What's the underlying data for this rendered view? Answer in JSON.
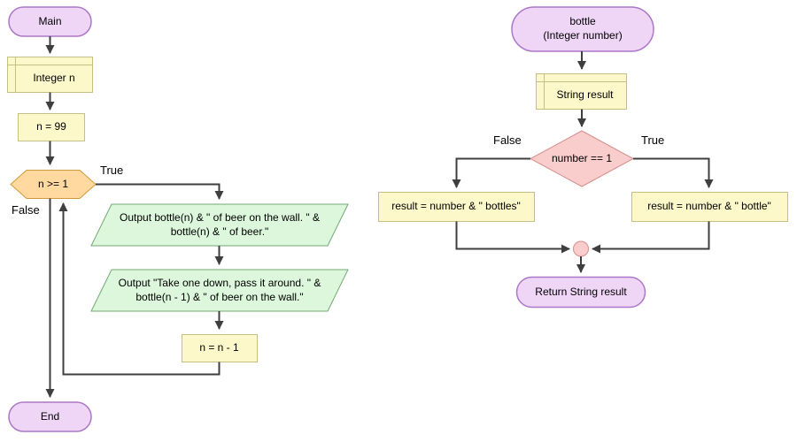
{
  "palette": {
    "background": "#FFFFFF",
    "line_color": "#3F3F3F",
    "terminal_fill": "#EFD6F7",
    "terminal_border": "#AC77C8",
    "declare_fill": "#FCF8C9",
    "declare_border": "#C5BF86",
    "loop_fill": "#FFD9A0",
    "loop_border": "#D09A3A",
    "output_fill": "#DCF7DC",
    "output_border": "#74A874",
    "decision_fill": "#F8CDCB",
    "decision_border": "#D88E8B"
  },
  "main_flowchart": {
    "start_label": "Main",
    "declare_statement": "Integer n",
    "init_assignment": "n = 99",
    "loop_condition": "n >= 1",
    "loop_true_label": "True",
    "loop_false_label": "False",
    "output_statement_1": "Output bottle(n) & \" of beer on the wall. \" &\nbottle(n) & \" of beer.\"",
    "output_statement_2": "Output \"Take one down, pass it around. \" &\nbottle(n - 1) & \" of beer on the wall.\"",
    "decrement_assignment": "n = n - 1",
    "end_label": "End"
  },
  "bottle_function": {
    "header": "bottle\n(Integer number)",
    "declare_statement": "String result",
    "if_condition": "number == 1",
    "if_false_label": "False",
    "if_true_label": "True",
    "false_branch_assignment": "result = number & \" bottles\"",
    "true_branch_assignment": "result = number & \" bottle\"",
    "return_statement": "Return String result"
  }
}
